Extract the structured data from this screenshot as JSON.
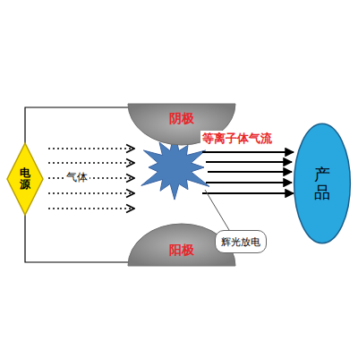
{
  "diagram": {
    "nodes": [
      {
        "text": [
          "电源"
        ]
      },
      {
        "text": [
          "阴极"
        ]
      },
      {
        "text": [
          "阳极"
        ]
      },
      {
        "text": [
          "辉光放电"
        ]
      },
      {
        "text": [
          "产品"
        ]
      }
    ],
    "edges": [
      {
        "from": 0,
        "to": 1,
        "arrow": "none"
      },
      {
        "from": 0,
        "to": 2,
        "arrow": "none"
      }
    ],
    "labels": [
      "气体",
      "等离子体气流"
    ]
  }
}
